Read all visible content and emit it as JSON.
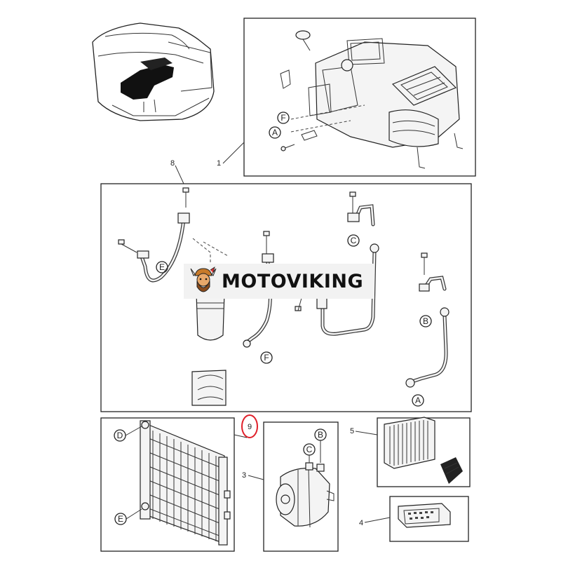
{
  "callouts": {
    "main_unit": "1",
    "pipe_kit": "8",
    "controller": "4",
    "filter": "5",
    "compressor": "3",
    "condenser": "9"
  },
  "connectors": {
    "a": "A",
    "b": "B",
    "c": "C",
    "d": "D",
    "e": "E",
    "f": "F"
  },
  "watermark": {
    "text": "MOTOVIKING"
  },
  "colors": {
    "highlight_circle": "#e0202a",
    "line": "#222222",
    "watermark_bg": "#f2f2f2"
  }
}
